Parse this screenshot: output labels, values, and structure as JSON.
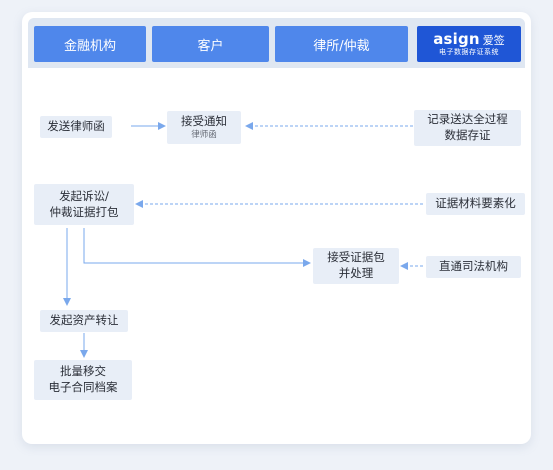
{
  "colors": {
    "header_bg": "#4f87eb",
    "brand_bg": "#1f56d6",
    "node_bg": "#e8eef7",
    "arrow": "#7aa8ec"
  },
  "columns": {
    "finance": "金融机构",
    "client": "客户",
    "law": "律所/仲裁",
    "brand": {
      "en": "asign",
      "cn": "爱签",
      "sub": "电子数据存证系统"
    }
  },
  "nodes": {
    "send_letter": "发送律师函",
    "receive_notice": {
      "title": "接受通知",
      "sub": "律师函"
    },
    "record": [
      "记录送达全过程",
      "数据存证"
    ],
    "launch": [
      "发起诉讼/",
      "仲裁证据打包"
    ],
    "evidence": "证据材料要素化",
    "accept_pack": [
      "接受证据包",
      "并处理"
    ],
    "direct": "直通司法机构",
    "transfer": "发起资产转让",
    "batch": [
      "批量移交",
      "电子合同档案"
    ]
  }
}
